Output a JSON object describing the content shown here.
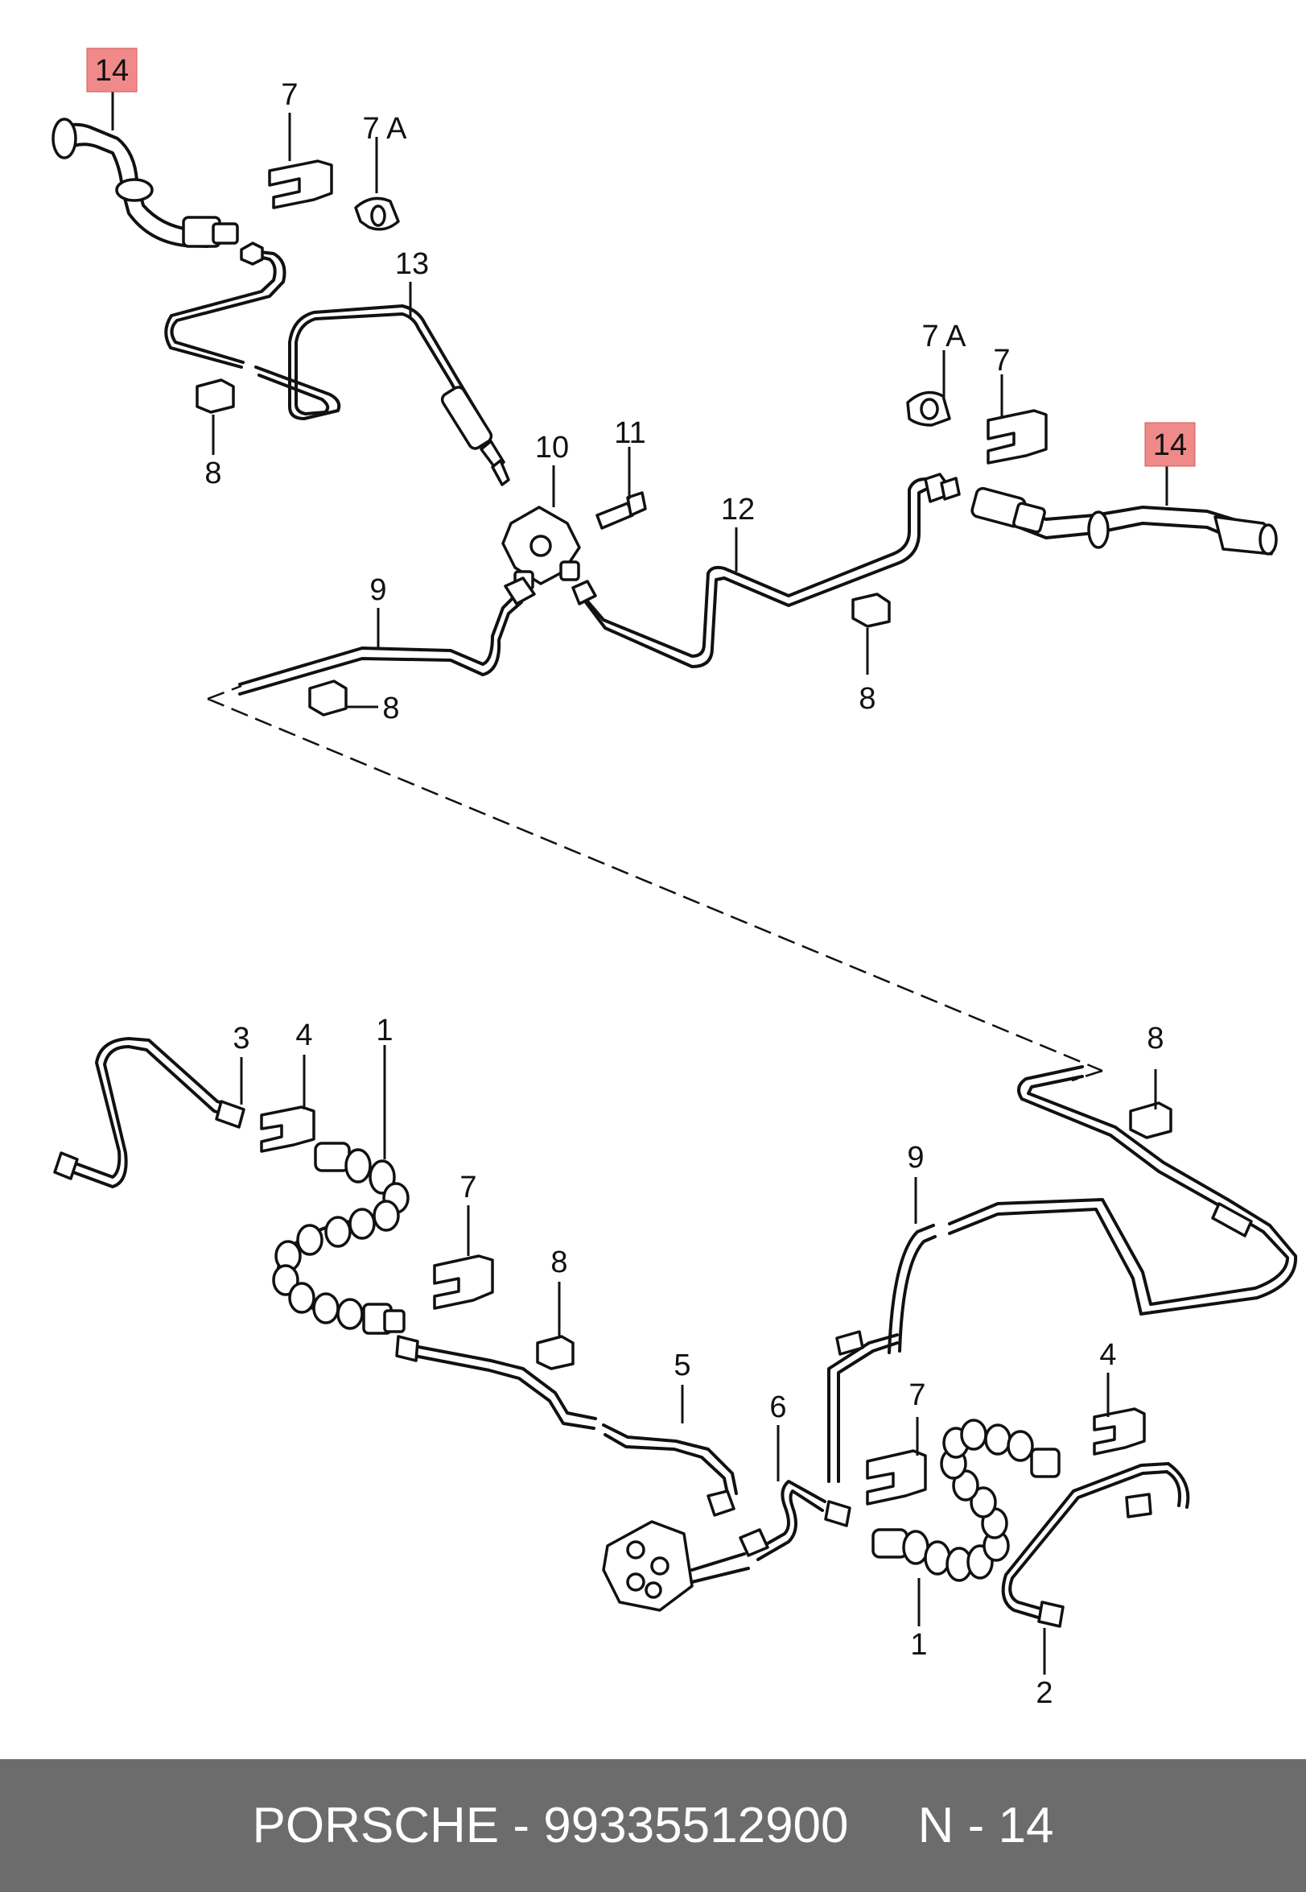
{
  "callouts": {
    "c14a": "14",
    "c7a": "7",
    "c7Aa": "7 A",
    "c13": "13",
    "c8a": "8",
    "c10": "10",
    "c11": "11",
    "c12": "12",
    "c9a": "9",
    "c8b": "8",
    "c7Ab": "7 A",
    "c7b": "7",
    "c14b": "14",
    "c8c": "8",
    "c3": "3",
    "c4a": "4",
    "c1a": "1",
    "c8d": "8",
    "c7c": "7",
    "c8e": "8",
    "c9b": "9",
    "c5": "5",
    "c6": "6",
    "c7d": "7",
    "c4b": "4",
    "c1b": "1",
    "c2": "2"
  },
  "highlight_color": "#f08a8a",
  "footer": {
    "brand": "PORSCHE",
    "separator": " - ",
    "part_number": "99335512900",
    "gap": "     ",
    "ref": "N - 14",
    "text": "PORSCHE - 99335512900     N - 14"
  }
}
